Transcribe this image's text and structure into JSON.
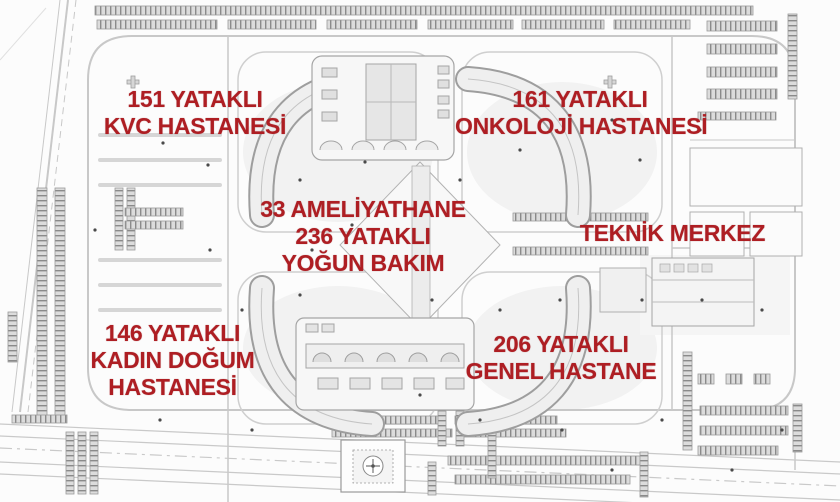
{
  "plan": {
    "kind": "hospital campus architectural site plan",
    "helipad_icon": "circle-with-cross-landing-pad",
    "drawing_features": [
      "perimeter ring road",
      "parking lots with stalls",
      "four curved hospital wings",
      "central surgical core",
      "entrance courtyard block",
      "technical center halls",
      "helipad",
      "highway along bottom",
      "diagonal avenue on left"
    ]
  },
  "colors": {
    "label_red": "#ae1e23",
    "plan_line": "#a8a8a8",
    "road_line": "#c8c8c8",
    "hatch_gray": "#8a8a8a",
    "background": "#fcfcfc"
  },
  "labels": [
    {
      "id": "kvc",
      "lines": [
        "151 YATAKLI",
        "KVC HASTANESİ"
      ]
    },
    {
      "id": "onko",
      "lines": [
        "161 YATAKLI",
        "ONKOLOJİ HASTANESİ"
      ]
    },
    {
      "id": "merkez",
      "lines": [
        "33 AMELİYATHANE",
        "236 YATAKLI",
        "YOĞUN BAKIM"
      ]
    },
    {
      "id": "teknik",
      "lines": [
        "TEKNİK MERKEZ"
      ]
    },
    {
      "id": "kadin",
      "lines": [
        "146 YATAKLI",
        "KADIN DOĞUM",
        "HASTANESİ"
      ]
    },
    {
      "id": "genel",
      "lines": [
        "206 YATAKLI",
        "GENEL HASTANE"
      ]
    }
  ]
}
